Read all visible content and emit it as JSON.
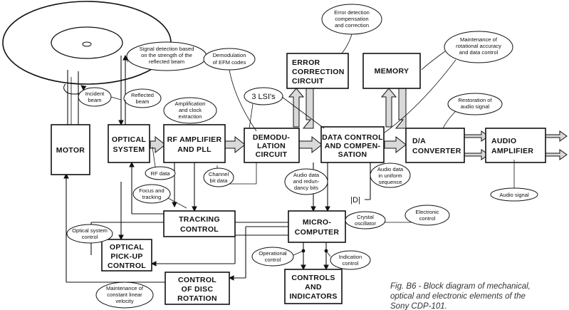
{
  "blocks": {
    "motor": "MOTOR",
    "optical_system": [
      "OPTICAL",
      "SYSTEM"
    ],
    "rf_amplifier": [
      "RF AMPLIFIER",
      "AND PLL"
    ],
    "demodulation": [
      "DEMODU-",
      "LATION",
      "CIRCUIT"
    ],
    "data_control": [
      "DATA CONTROL",
      "AND COMPEN-",
      "SATION"
    ],
    "error_correction": [
      "ERROR",
      "CORRECTION",
      "CIRCUIT"
    ],
    "memory": "MEMORY",
    "da_converter": [
      "D/A",
      "CONVERTER"
    ],
    "audio_amplifier": [
      "AUDIO",
      "AMPLIFIER"
    ],
    "tracking_control": [
      "TRACKING",
      "CONTROL"
    ],
    "microcomputer": [
      "MICRO-",
      "COMPUTER"
    ],
    "optical_pickup_control": [
      "OPTICAL",
      "PICK-UP",
      "CONTROL"
    ],
    "disc_rotation": [
      "CONTROL",
      "OF DISC",
      "ROTATION"
    ],
    "controls_indicators": [
      "CONTROLS",
      "AND",
      "INDICATORS"
    ]
  },
  "notes": {
    "signal_detection": [
      "Signal detection based",
      "on the strength of the",
      "reflected beam"
    ],
    "incident_beam": [
      "Incident",
      "beam"
    ],
    "reflected_beam": [
      "Reflected",
      "beam"
    ],
    "amplification": [
      "Amplification",
      "and clock",
      "extraction"
    ],
    "demodulation_efm": [
      "Demodulation",
      "of EFM codes"
    ],
    "three_lsis": "3 LSI's",
    "error_detection": [
      "Error detection",
      "compensation",
      "and correction"
    ],
    "maintenance_rotational": [
      "Maintenance of",
      "rotational accuracy",
      "and data control"
    ],
    "restoration_audio": [
      "Restoration of",
      "audio signal"
    ],
    "rf_data": "RF data",
    "channel_bit": [
      "Channel",
      "bit data"
    ],
    "audio_redundancy": [
      "Audio data",
      "and redun-",
      "dancy bits"
    ],
    "audio_uniform": [
      "Audio data",
      "in uniform",
      "sequence"
    ],
    "audio_signal": "Audio signal",
    "focus_tracking": [
      "Focus and",
      "tracking"
    ],
    "crystal": [
      "Crystal",
      "oscillator"
    ],
    "electronic_control": [
      "Electronic",
      "control"
    ],
    "optical_system_control": [
      "Optical system",
      "control"
    ],
    "operational_control": [
      "Operational",
      "control"
    ],
    "indication_control": [
      "Indication",
      "control"
    ],
    "constant_velocity": [
      "Maintenance of",
      "constant linear",
      "velocity"
    ]
  },
  "crystal_symbol": "|D|",
  "caption": [
    "Fig. B6 - Block diagram of mechanical,",
    "optical and electronic elements of the",
    "Sony CDP-101."
  ]
}
